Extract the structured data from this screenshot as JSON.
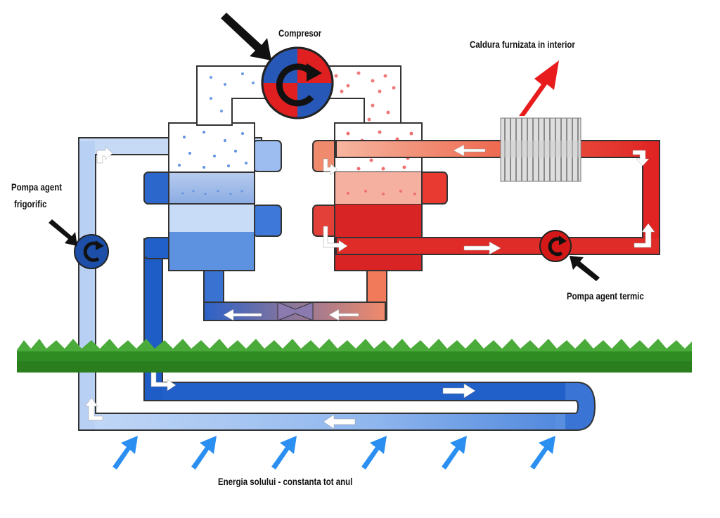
{
  "labels": {
    "compressor": "Compresor",
    "heat_output": "Caldura furnizata in interior",
    "refrigerant_pump_line1": "Pompa agent",
    "refrigerant_pump_line2": "frigorific",
    "thermal_pump": "Pompa agent termic",
    "ground_energy": "Energia solului - constanta tot anul"
  },
  "colors": {
    "cold_light": "#b4cdf2",
    "cold_mid": "#6a9ce6",
    "cold_dark": "#1d5cc4",
    "hot_light": "#f4a08a",
    "hot": "#e8312a",
    "hot_dark": "#d21d1d",
    "grass": "#3a9a2a",
    "arrow_blue": "#2a8ff0",
    "arrow_red": "#e82020"
  },
  "icons": [
    "compressor-icon",
    "pump-icon",
    "heat-exchanger-icon",
    "expansion-valve-icon",
    "grass",
    "flow-arrow"
  ]
}
